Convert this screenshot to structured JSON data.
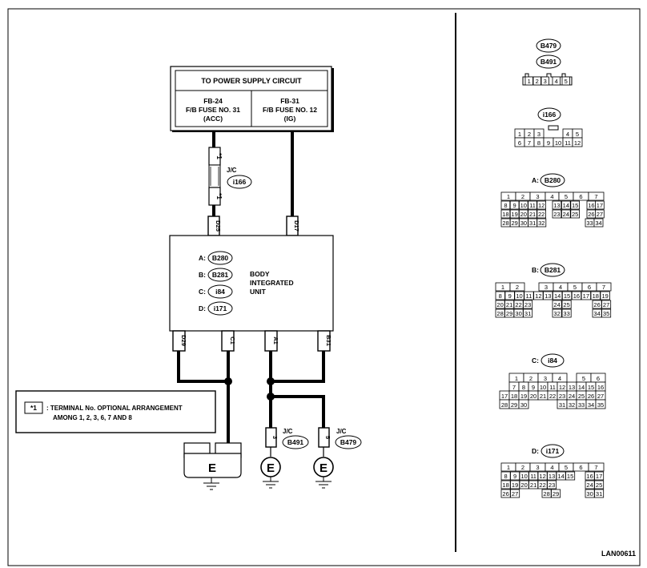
{
  "power_box": {
    "title": "TO POWER SUPPLY CIRCUIT",
    "left": {
      "line1": "FB-24",
      "line2": "F/B FUSE NO. 31",
      "line3": "(ACC)"
    },
    "right": {
      "line1": "FB-31",
      "line2": "F/B FUSE NO. 12",
      "line3": "(IG)"
    }
  },
  "joint_connector": {
    "terminal_top": "*1",
    "terminal_bottom": "*1",
    "jc_label": "J/C",
    "connector": "i166"
  },
  "wire_terminals": {
    "d25": "D25",
    "d17": "D17",
    "d29": "D29",
    "c1": "C1",
    "a1": "A1",
    "b31": "B31",
    "t3": "3",
    "t5": "5"
  },
  "biu": {
    "name_line1": "BODY",
    "name_line2": "INTEGRATED",
    "name_line3": "UNIT",
    "rows": [
      {
        "letter": "A:",
        "connector": "B280"
      },
      {
        "letter": "B:",
        "connector": "B281"
      },
      {
        "letter": "C:",
        "connector": "i84"
      },
      {
        "letter": "D:",
        "connector": "i171"
      }
    ]
  },
  "note": {
    "symbol": "*1",
    "line1": ": TERMINAL No. OPTIONAL ARRANGEMENT",
    "line2": "AMONG 1, 2, 3, 6, 7 AND 8"
  },
  "grounds": {
    "left_label": "E",
    "mid_label": "E",
    "right_label": "E",
    "mid_jc": "J/C",
    "mid_connector": "B491",
    "right_jc": "J/C",
    "right_connector": "B479"
  },
  "connector_views": {
    "b479_b491": {
      "label1": "B479",
      "label2": "B491",
      "pins": [
        "1",
        "2",
        "3",
        "4",
        "5"
      ]
    },
    "i166": {
      "label": "i166",
      "row1": [
        "1",
        "2",
        "3",
        "4",
        "5"
      ],
      "row2": [
        "6",
        "7",
        "8",
        "9",
        "10",
        "11",
        "12"
      ]
    },
    "b280": {
      "prefix": "A:",
      "label": "B280",
      "row1": [
        "1",
        "2",
        "3",
        "4",
        "5",
        "6",
        "7"
      ],
      "row2": [
        "8",
        "9",
        "10",
        "11",
        "12",
        "13",
        "14",
        "15",
        "16",
        "17"
      ],
      "row3": [
        "18",
        "19",
        "20",
        "21",
        "22",
        "23",
        "24",
        "25",
        "26",
        "27"
      ],
      "row4": [
        "28",
        "29",
        "30",
        "31",
        "32",
        "33",
        "34"
      ]
    },
    "b281": {
      "prefix": "B:",
      "label": "B281",
      "row1": [
        "1",
        "2",
        "3",
        "4",
        "5",
        "6",
        "7"
      ],
      "row2": [
        "8",
        "9",
        "10",
        "11",
        "12",
        "13",
        "14",
        "15",
        "16",
        "17",
        "18",
        "19"
      ],
      "row3": [
        "20",
        "21",
        "22",
        "23",
        "24",
        "25",
        "26",
        "27"
      ],
      "row4": [
        "28",
        "29",
        "30",
        "31",
        "32",
        "33",
        "34",
        "35"
      ]
    },
    "i84": {
      "prefix": "C:",
      "label": "i84",
      "row1": [
        "1",
        "2",
        "3",
        "4",
        "5",
        "6"
      ],
      "row2": [
        "7",
        "8",
        "9",
        "10",
        "11",
        "12",
        "13",
        "14",
        "15",
        "16"
      ],
      "row3": [
        "17",
        "18",
        "19",
        "20",
        "21",
        "22",
        "23",
        "24",
        "25",
        "26",
        "27"
      ],
      "row4": [
        "28",
        "29",
        "30",
        "31",
        "32",
        "33",
        "34",
        "35"
      ]
    },
    "i171": {
      "prefix": "D:",
      "label": "i171",
      "row1": [
        "1",
        "2",
        "3",
        "4",
        "5",
        "6",
        "7"
      ],
      "row2": [
        "8",
        "9",
        "10",
        "11",
        "12",
        "13",
        "14",
        "15",
        "16",
        "17"
      ],
      "row3": [
        "18",
        "19",
        "20",
        "21",
        "22",
        "23",
        "24",
        "25"
      ],
      "row4": [
        "26",
        "27",
        "28",
        "29",
        "30",
        "31"
      ]
    }
  },
  "figure_id": "LAN00611"
}
